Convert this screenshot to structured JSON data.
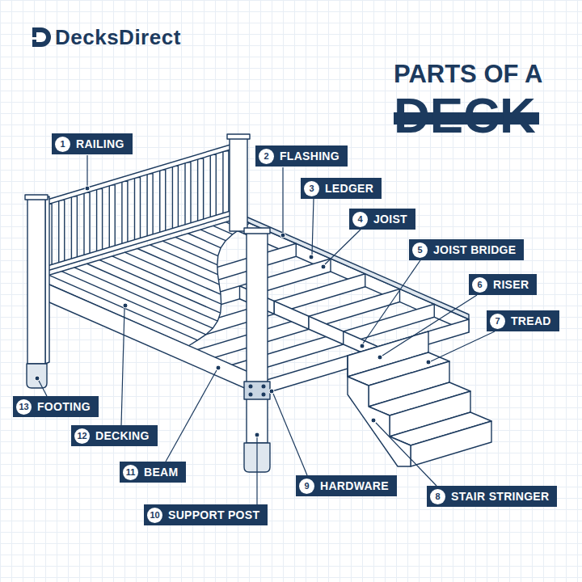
{
  "diagram": {
    "title": "PARTS OF A DECK",
    "nodes": [
      {
        "text": [
          "RAILING"
        ]
      },
      {
        "text": [
          "1"
        ],
        "in": 0
      },
      {
        "text": [
          "FLASHING"
        ]
      },
      {
        "text": [
          "2"
        ],
        "in": 2
      },
      {
        "text": [
          "LEDGER"
        ]
      },
      {
        "text": [
          "3"
        ],
        "in": 4
      },
      {
        "text": [
          "JOIST"
        ]
      },
      {
        "text": [
          "4"
        ],
        "in": 6
      },
      {
        "text": [
          "JOIST BRIDGE"
        ]
      },
      {
        "text": [
          "5"
        ],
        "in": 8
      },
      {
        "text": [
          "RISER"
        ]
      },
      {
        "text": [
          "6"
        ],
        "in": 10
      },
      {
        "text": [
          "TREAD"
        ]
      },
      {
        "text": [
          "7"
        ],
        "in": 12
      },
      {
        "text": [
          "STAIR STRINGER"
        ]
      },
      {
        "text": [
          "8"
        ],
        "in": 14
      },
      {
        "text": [
          "HARDWARE"
        ]
      },
      {
        "text": [
          "9"
        ],
        "in": 16
      },
      {
        "text": [
          "SUPPORT POST"
        ]
      },
      {
        "text": [
          "10"
        ],
        "in": 18
      },
      {
        "text": [
          "BEAM"
        ]
      },
      {
        "text": [
          "11"
        ],
        "in": 20
      },
      {
        "text": [
          "DECKING"
        ]
      },
      {
        "text": [
          "12"
        ],
        "in": 22
      },
      {
        "text": [
          "FOOTING"
        ]
      },
      {
        "text": [
          "13"
        ],
        "in": 24
      }
    ],
    "labels": [
      "DecksDirect"
    ]
  }
}
